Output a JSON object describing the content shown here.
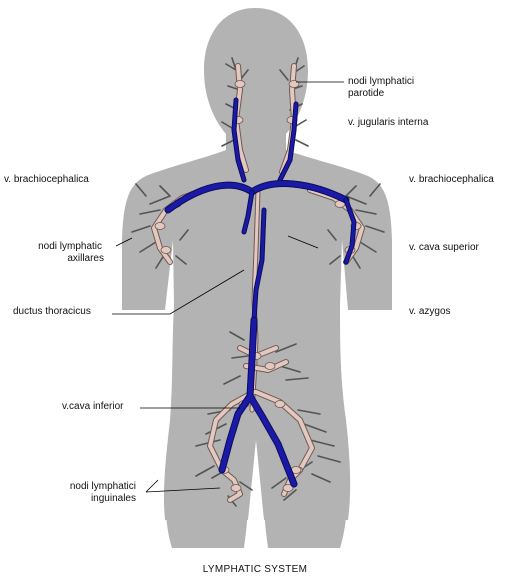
{
  "colors": {
    "body": "#b3b3b3",
    "vessel_blue": "#1a1aa6",
    "vessel_blue_dark": "#0b0b5e",
    "lymph": "#e3c8bf",
    "lymph_outline": "#6e5a55",
    "branch": "#545454",
    "leader": "#000000"
  },
  "title": "LYMPHATIC SYSTEM",
  "labels": {
    "parotide_1": "nodi lymphatici",
    "parotide_2": "parotide",
    "jugularis": "v. jugularis interna",
    "brachio_left": "v. brachiocephalica",
    "brachio_right": "v. brachiocephalica",
    "axillares_1": "nodi lymphatic",
    "axillares_2": "axillares",
    "cava_sup": "v. cava superior",
    "ductus": "ductus thoracicus",
    "azygos": "v. azygos",
    "cava_inf": "v.cava inferior",
    "inguinales_1": "nodi lymphatici",
    "inguinales_2": "inguinales"
  }
}
